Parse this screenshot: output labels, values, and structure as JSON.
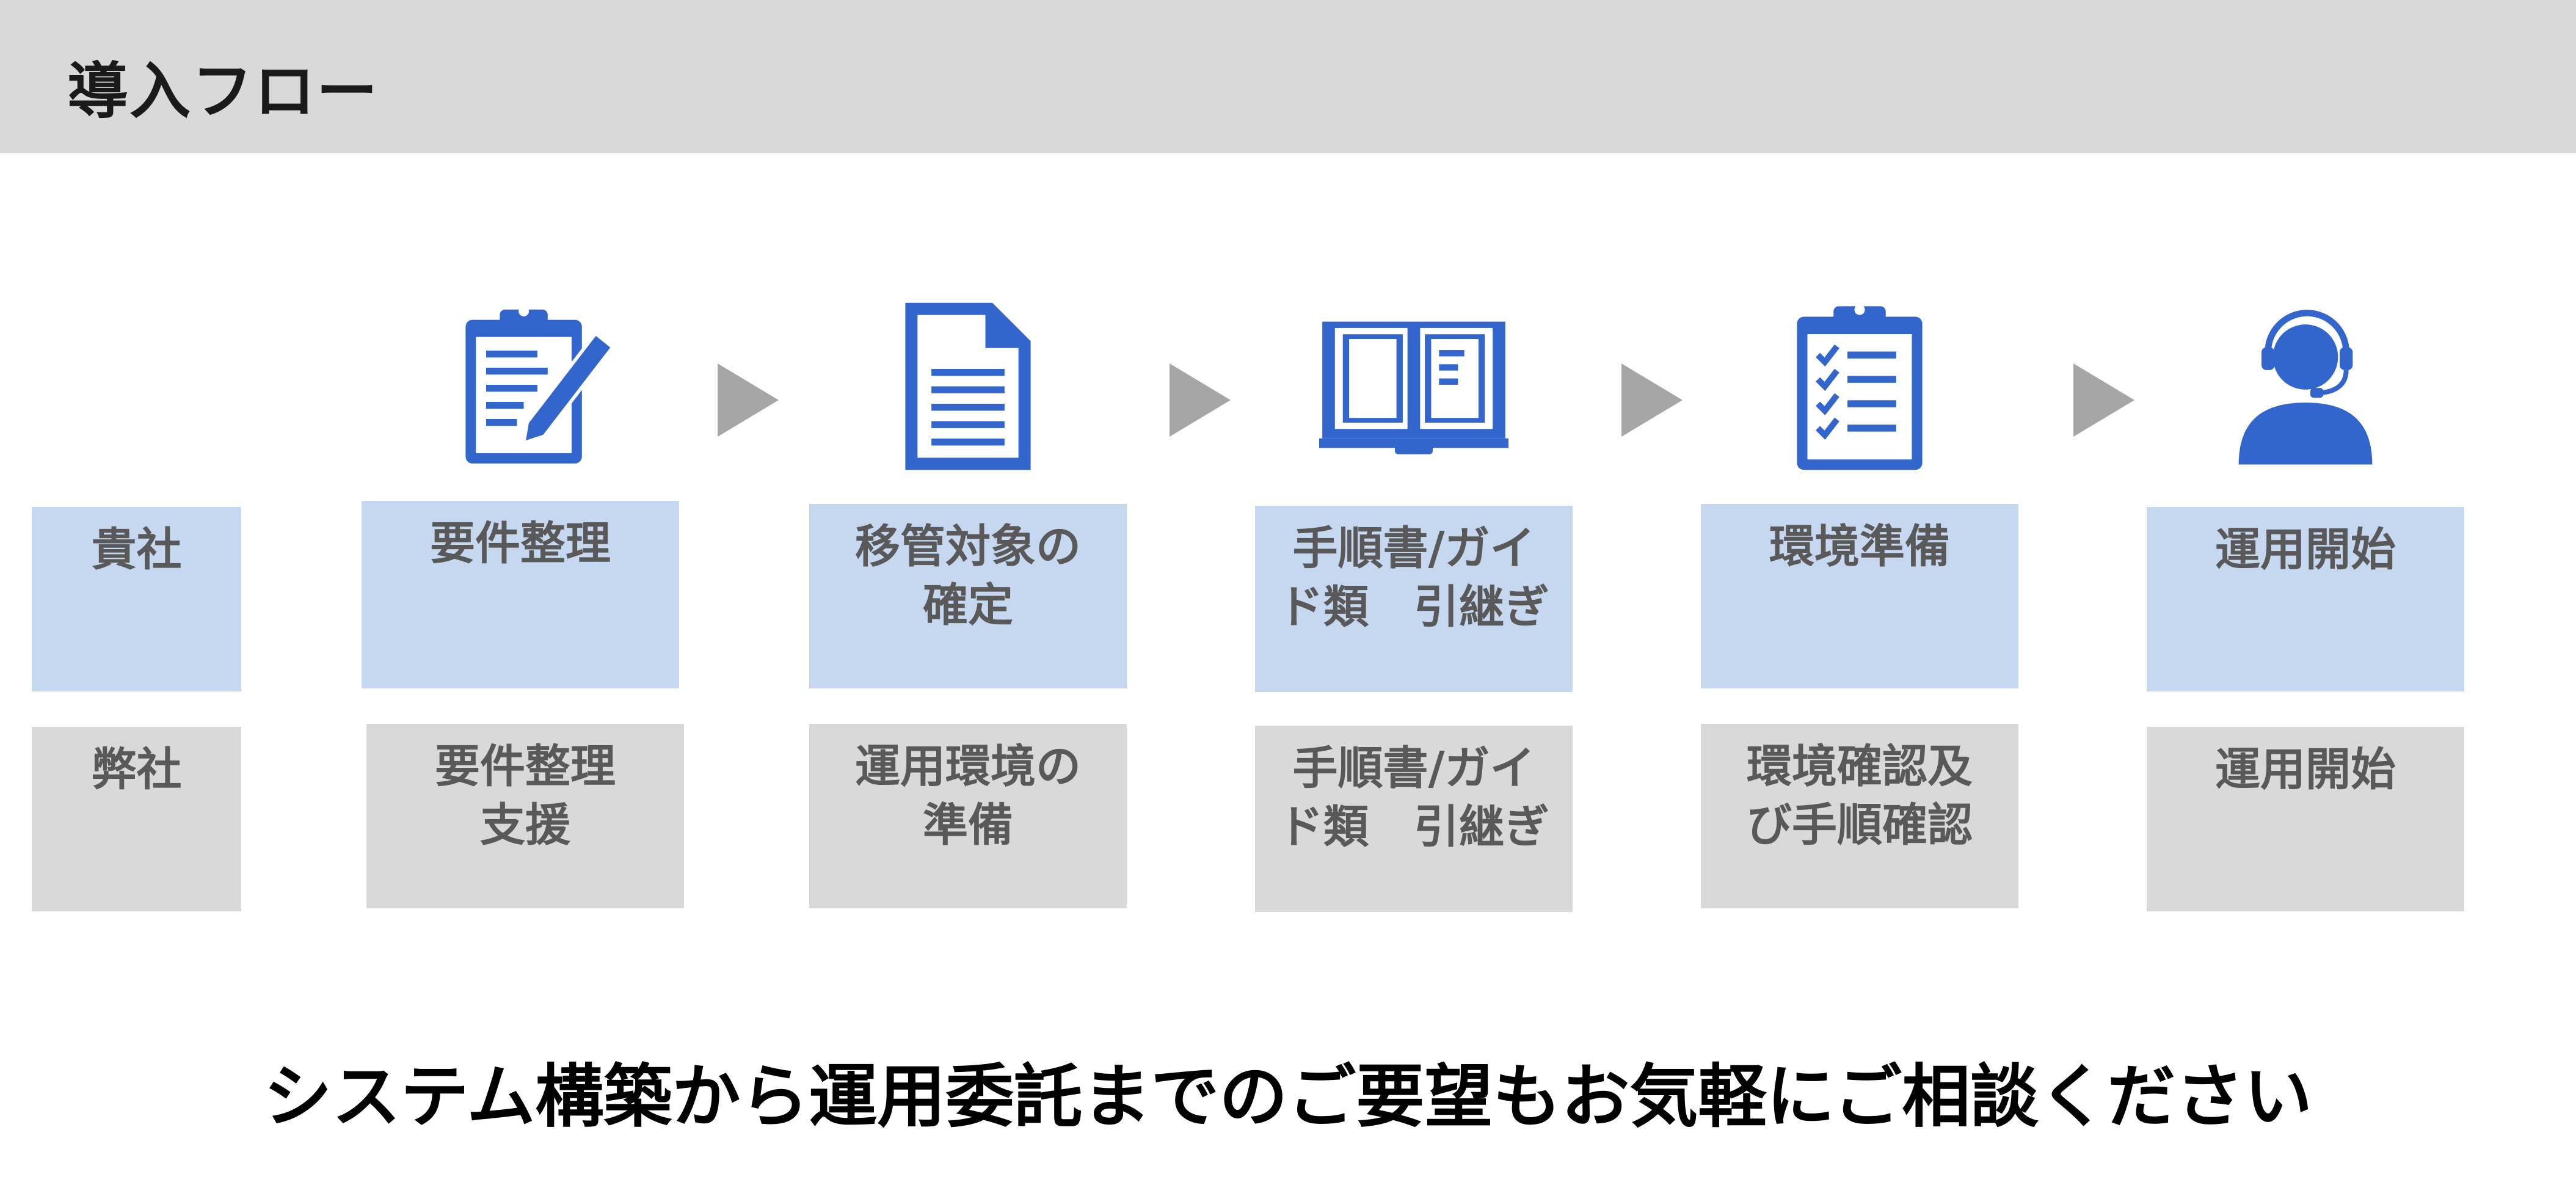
{
  "header": {
    "title": "導入フロー"
  },
  "rows": {
    "client_label": "貴社",
    "vendor_label": "弊社"
  },
  "steps": [
    {
      "icon": "clipboard-pencil-icon",
      "client": "要件整理",
      "vendor": "要件整理\n支援"
    },
    {
      "icon": "document-icon",
      "client": "移管対象の\n確定",
      "vendor": "運用環境の\n準備"
    },
    {
      "icon": "open-book-icon",
      "client": "手順書/ガイ\nド類　引継ぎ",
      "vendor": "手順書/ガイ\nド類　引継ぎ"
    },
    {
      "icon": "checklist-icon",
      "client": "環境準備",
      "vendor": "環境確認及\nび手順確認"
    },
    {
      "icon": "headset-operator-icon",
      "client": "運用開始",
      "vendor": "運用開始"
    }
  ],
  "tagline": "システム構築から運用委託までのご要望もお気軽にご相談ください",
  "colors": {
    "accent": "#3366cc",
    "client_box": "#c6d8f0",
    "vendor_box": "#d9d9d9",
    "arrow": "#a6a6a6",
    "box_text": "#595959"
  }
}
